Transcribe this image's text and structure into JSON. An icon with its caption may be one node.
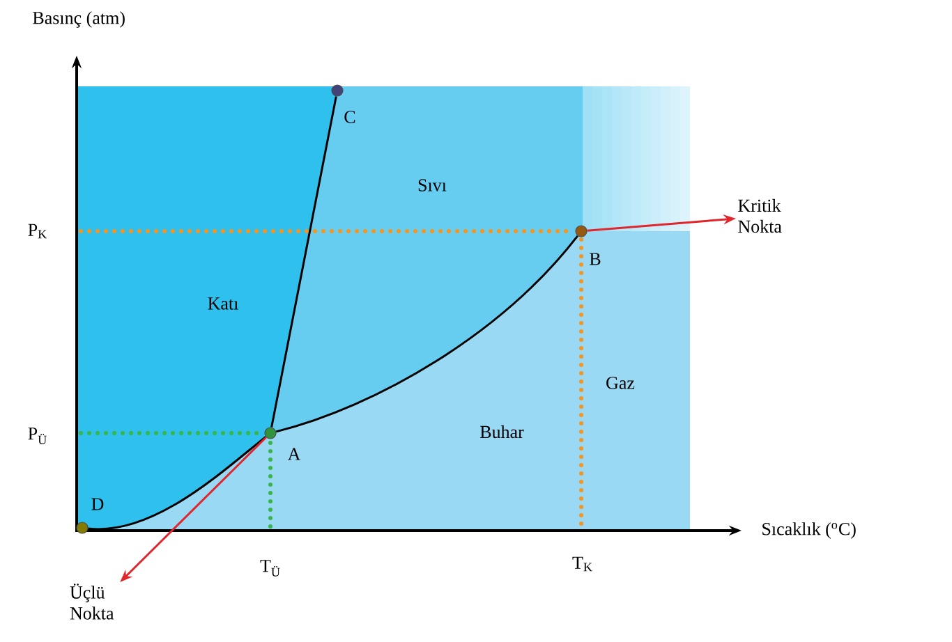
{
  "diagram": {
    "nodes": [
      {
        "text": [],
        "shape": "circle",
        "beside": [
          "C"
        ]
      },
      {
        "text": [
          "Kritik Nokta"
        ]
      },
      {
        "text": [],
        "shape": "circle",
        "beside": [
          "B"
        ]
      },
      {
        "text": [],
        "shape": "circle",
        "beside": [
          "A"
        ]
      },
      {
        "text": [],
        "shape": "circle",
        "beside": [
          "D"
        ]
      },
      {
        "text": [
          "Üçlü Nokta"
        ]
      }
    ],
    "edges": [
      {
        "from": 3,
        "to": 0,
        "arrow": "none"
      },
      {
        "from": 3,
        "to": 2,
        "arrow": "none"
      },
      {
        "from": 4,
        "to": 3,
        "arrow": "none"
      },
      {
        "from": 2,
        "to": 1,
        "arrow": "to",
        "color": "#e0262c"
      },
      {
        "from": 3,
        "to": 5,
        "arrow": "to",
        "color": "#e0262c"
      }
    ],
    "labels": [
      "Basınç (atm)",
      "P$_{K}$",
      "Sıvı",
      "Katı",
      "Gaz",
      "P$_{Ü}$",
      "Buhar",
      "Sıcaklık ($^{o}$C)",
      "T$_{Ü}$",
      "T$_{K}$"
    ]
  }
}
